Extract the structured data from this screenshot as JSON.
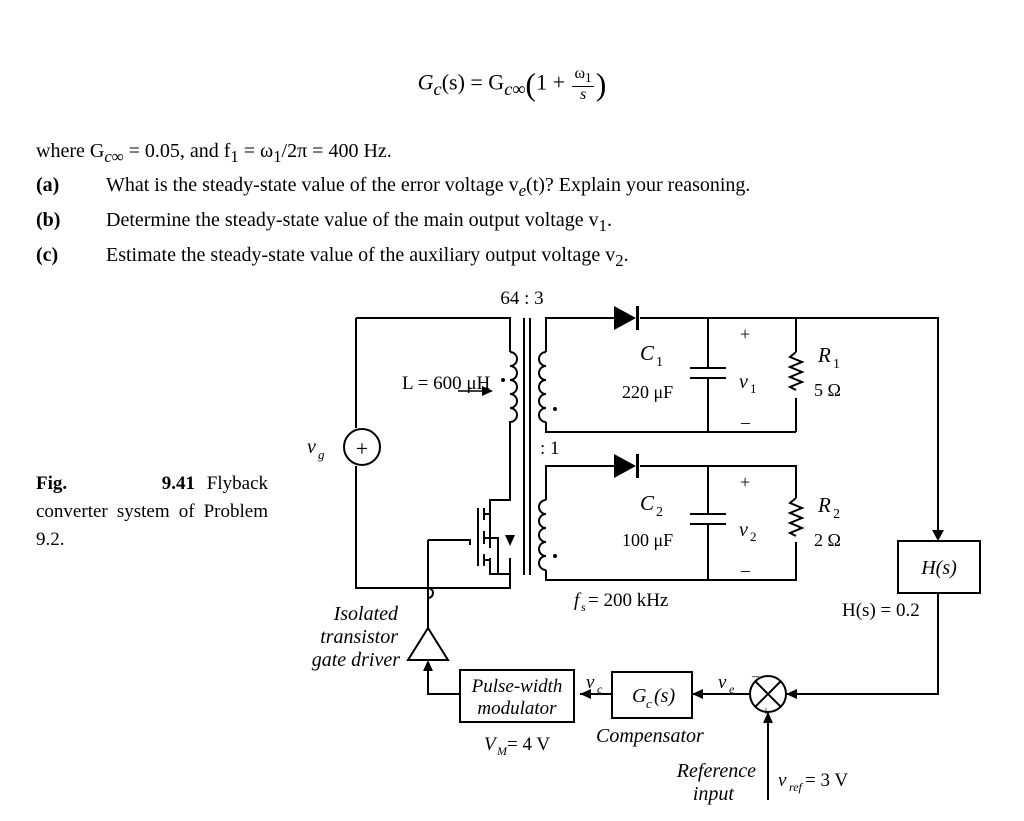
{
  "equation": {
    "lhs": "G",
    "lhs_sub": "c",
    "lhs_arg": "(s) = G",
    "rhs_sub": "c∞",
    "paren_open": "(",
    "one_plus": "1 + ",
    "frac_num": "ω",
    "frac_num_sub": "1",
    "frac_den": "s",
    "paren_close": ")"
  },
  "where_line": {
    "part1": "where G",
    "sub1": "c∞",
    "part2": " = 0.05, and f",
    "sub2": "1",
    "part3": " = ω",
    "sub3": "1",
    "part4": "/2π = 400 Hz."
  },
  "questions": [
    {
      "label": "(a)",
      "text_before": "What is the steady-state value of the error voltage v",
      "sub": "e",
      "text_after": "(t)? Explain your reasoning."
    },
    {
      "label": "(b)",
      "text_before": "Determine the steady-state value of the main output voltage v",
      "sub": "1",
      "text_after": "."
    },
    {
      "label": "(c)",
      "text_before": "Estimate the steady-state value of the auxiliary output voltage v",
      "sub": "2",
      "text_after": "."
    }
  ],
  "caption": {
    "fig": "Fig.",
    "number": "9.41",
    "text": "Flyback converter system of Problem 9.2."
  },
  "diagram": {
    "turns_ratio": "64 : 3",
    "turns_ratio_2": ": 1",
    "inductor": "L = 600 μH",
    "source": "v",
    "source_sub": "g",
    "c1_name": "C",
    "c1_sub": "1",
    "c1_value": "220 μF",
    "v1": "v",
    "v1_sub": "1",
    "r1_name": "R",
    "r1_sub": "1",
    "r1_value": "5 Ω",
    "c2_name": "C",
    "c2_sub": "2",
    "c2_value": "100 μF",
    "v2": "v",
    "v2_sub": "2",
    "r2_name": "R",
    "r2_sub": "2",
    "r2_value": "2 Ω",
    "plus": "+",
    "minus": "–",
    "fs": "f",
    "fs_sub": "s",
    "fs_value": " = 200 kHz",
    "h_block": "H(s)",
    "h_value": "H(s) = 0.2",
    "gate_driver": [
      "Isolated",
      "transistor",
      "gate driver"
    ],
    "pwm": [
      "Pulse-width",
      "modulator"
    ],
    "vm": "V",
    "vm_sub": "M",
    "vm_value": " = 4 V",
    "vc": "v",
    "vc_sub": "c",
    "gc_block": "G",
    "gc_sub": "c",
    "gc_arg": "(s)",
    "compensator": "Compensator",
    "ve": "v",
    "ve_sub": "e",
    "ref_input": [
      "Reference",
      "input"
    ],
    "vref": "v",
    "vref_sub": "ref",
    "vref_value": " = 3 V"
  }
}
